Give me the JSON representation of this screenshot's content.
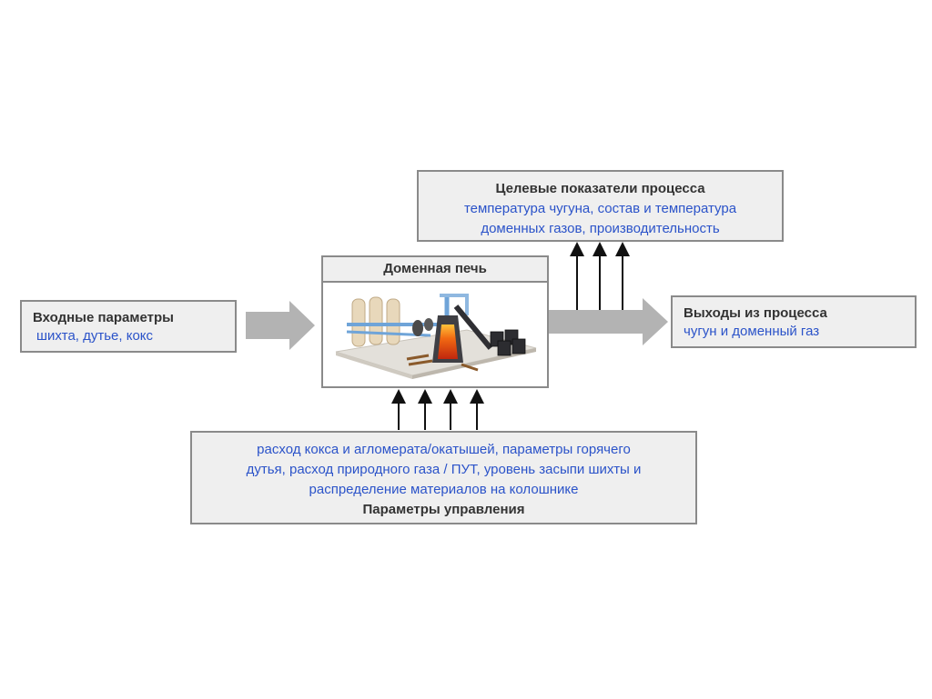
{
  "input": {
    "title": "Входные параметры",
    "text": "шихта, дутье, кокс"
  },
  "furnace": {
    "title": "Доменная печь"
  },
  "target": {
    "title": "Целевые показатели процесса",
    "line1": "температура чугуна, состав и температура",
    "line2": "доменных газов, производительность"
  },
  "output": {
    "title": "Выходы из процесса",
    "text": "чугун и доменный газ"
  },
  "control": {
    "line1": "расход кокса и агломерата/окатышей, параметры горячего",
    "line2": "дутья, расход природного газа / ПУТ, уровень засыпи шихты и",
    "line3": "распределение материалов на колошнике",
    "title": "Параметры управления"
  },
  "colors": {
    "text_blue": "#2b53c9",
    "box_fill": "#efefef",
    "box_border": "#8a8a8a",
    "arrow_gray": "#b3b3b3"
  }
}
